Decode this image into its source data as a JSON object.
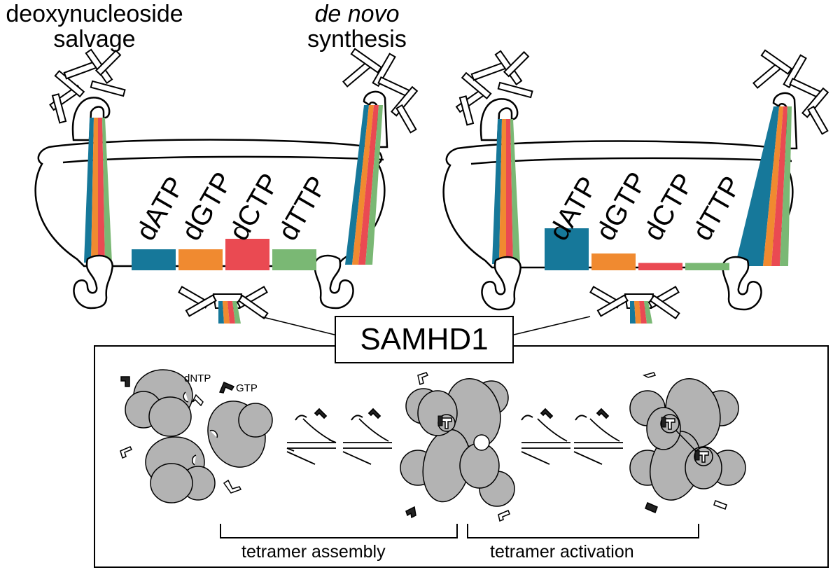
{
  "headings": {
    "salvage_line1": "deoxynucleoside",
    "salvage_line2": "salvage",
    "denovo_line1": "de novo",
    "denovo_line2": "synthesis"
  },
  "enzyme_label": "SAMHD1",
  "legend": {
    "dntp": "dNTP",
    "gtp": "GTP"
  },
  "phases": {
    "assembly": "tetramer assembly",
    "activation": "tetramer activation"
  },
  "colors": {
    "dATP": "#16789a",
    "dGTP": "#f08a30",
    "dCTP": "#ea4a52",
    "dTTP": "#7ab874",
    "protein": "#b3b3b3",
    "outline": "#000000"
  },
  "chart_data": [
    {
      "type": "bar",
      "categories": [
        "dATP",
        "dGTP",
        "dCTP",
        "dTTP"
      ],
      "values": [
        1.0,
        1.0,
        1.5,
        1.0
      ],
      "note_scale": "relative pool level, unlabeled"
    },
    {
      "type": "bar",
      "categories": [
        "dATP",
        "dGTP",
        "dCTP",
        "dTTP"
      ],
      "values": [
        2.0,
        0.8,
        0.35,
        0.35
      ]
    }
  ]
}
